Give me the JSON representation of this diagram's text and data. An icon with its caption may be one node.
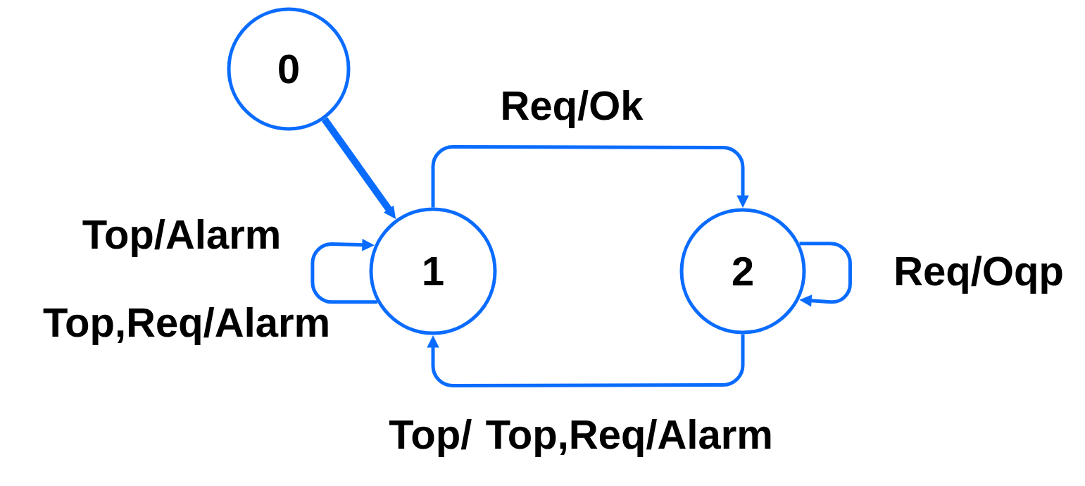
{
  "diagram": {
    "nodes": [
      {
        "text": [
          "0"
        ]
      },
      {
        "text": [
          "1"
        ]
      },
      {
        "text": [
          "2"
        ]
      }
    ],
    "edges": [
      {
        "from": 0,
        "to": 1,
        "arrow": "to",
        "style": "thick"
      },
      {
        "from": 1,
        "to": 1,
        "arrow": "to",
        "label": "Top/Alarm"
      },
      {
        "from": 1,
        "to": 2,
        "arrow": "to",
        "label": "Req/Ok"
      },
      {
        "from": 2,
        "to": 2,
        "arrow": "to",
        "label": "Req/Oqp"
      },
      {
        "from": 2,
        "to": 1,
        "arrow": "to",
        "label": "Top/ Top,Req/Alarm"
      }
    ],
    "labels": [
      "Top,Req/Alarm"
    ]
  }
}
